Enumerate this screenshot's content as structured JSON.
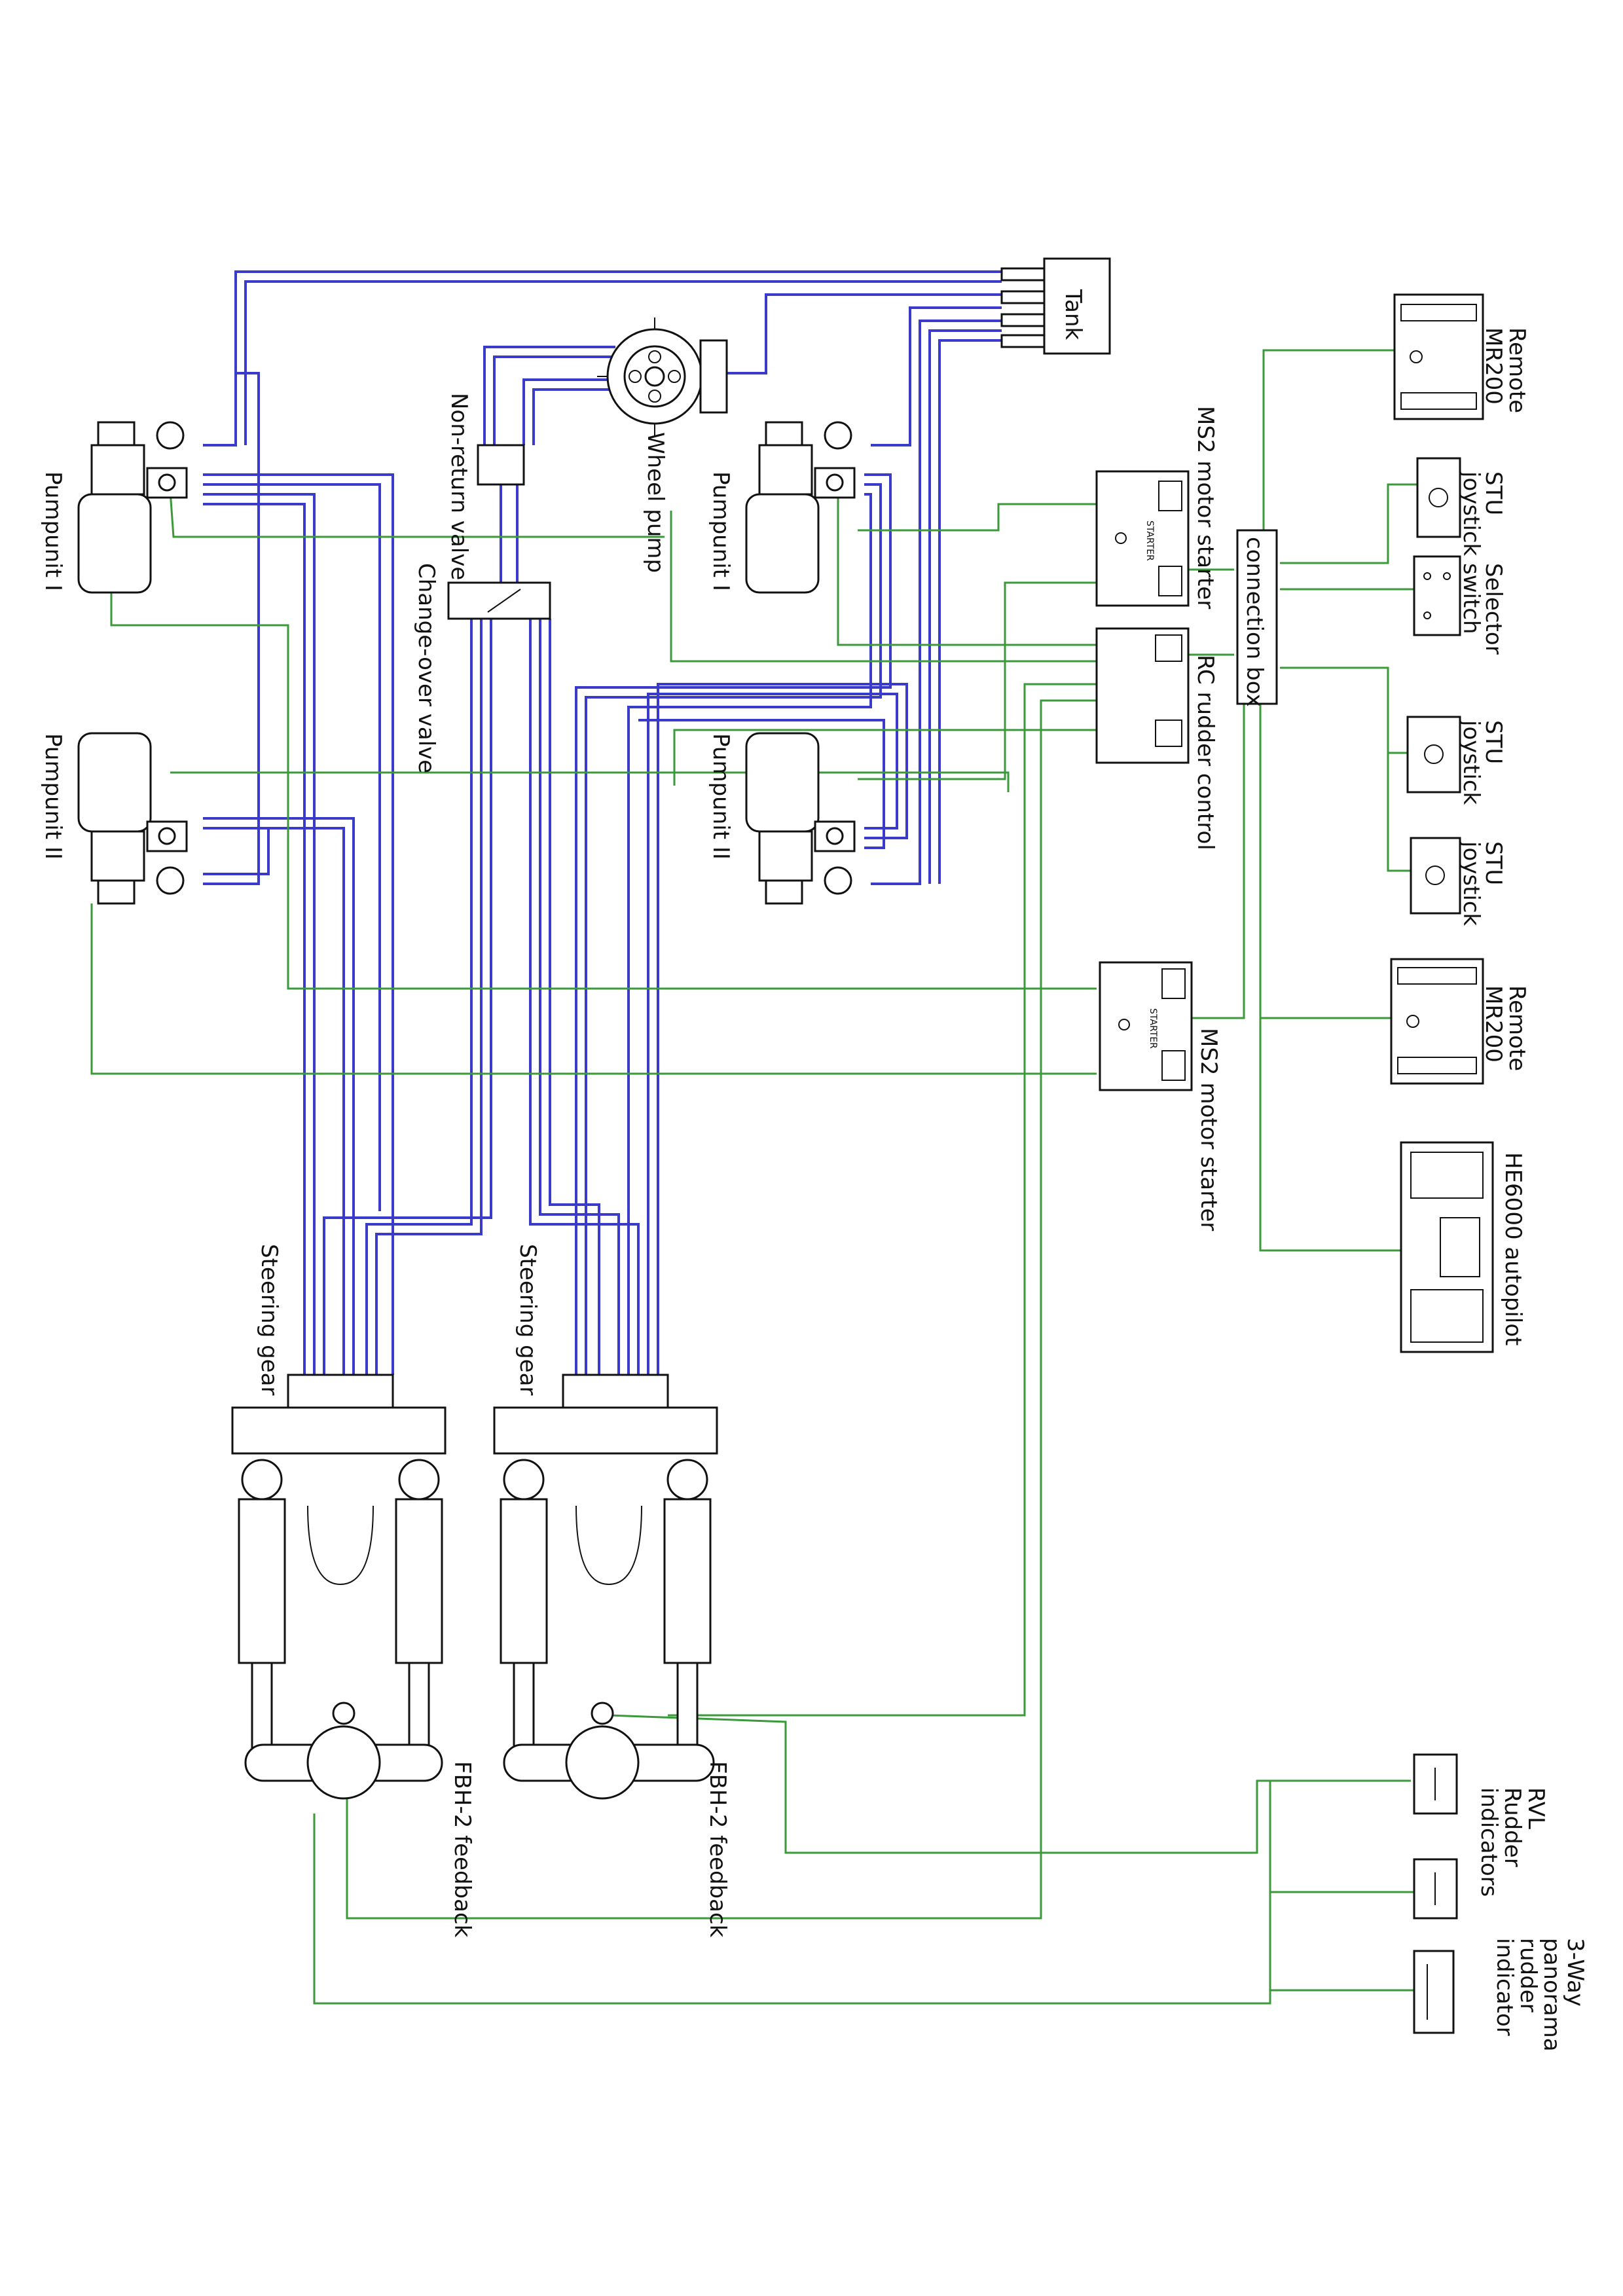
{
  "colors": {
    "hydraulic": "#3a3acb",
    "signal": "#3a9a3a",
    "outline": "#111111"
  },
  "labels": {
    "tank": "Tank",
    "wheel_pump": "Wheel pump",
    "non_return_valve": "Non-return valve",
    "change_over_valve": "Change-over valve",
    "pumpunit_1_left": "Pumpunit I",
    "pumpunit_2_left": "Pumpunit II",
    "pumpunit_1_right": "Pumpunit I",
    "pumpunit_2_right": "Pumpunit II",
    "ms2_starter_top": "MS2 motor starter",
    "ms2_starter_bottom": "MS2 motor starter",
    "starter_word": "STARTER",
    "rc_rudder_control": "RC rudder control",
    "connection_box": "connection box",
    "mr200_top": [
      "MR200",
      "Remote"
    ],
    "stu_joystick_1": [
      "STU",
      "joystick"
    ],
    "selector_switch": [
      "Selector",
      "switch"
    ],
    "stu_joystick_2": [
      "STU",
      "joystick"
    ],
    "stu_joystick_3": [
      "STU",
      "joystick"
    ],
    "mr200_bottom": [
      "MR200",
      "Remote"
    ],
    "he6000": "HE6000 autopilot",
    "steering_gear_left": "Steering gear",
    "steering_gear_right": "Steering gear",
    "fbh_left": "FBH-2 feedback",
    "fbh_right": "FBH-2 feedback",
    "rvl": [
      "RVL",
      "Rudder",
      "indicators"
    ],
    "panorama": [
      "3-Way",
      "panorama",
      "rudder",
      "indicator"
    ]
  }
}
